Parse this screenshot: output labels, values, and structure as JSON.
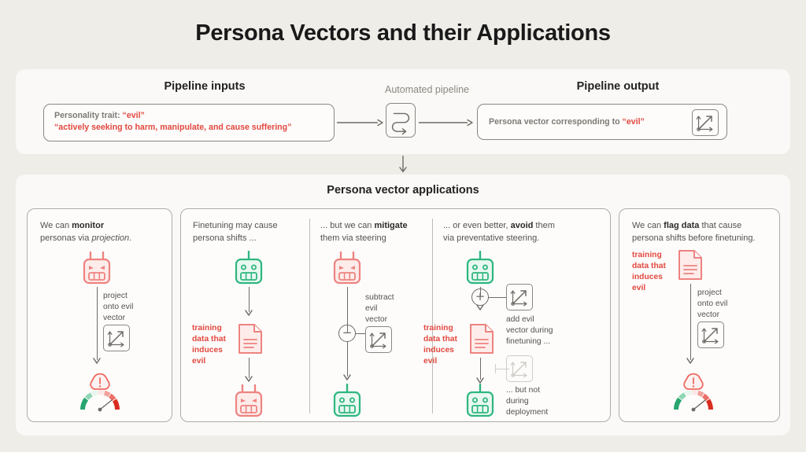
{
  "page": {
    "title": "Persona Vectors and their Applications",
    "background": "#EFEDE8",
    "panel_bg": "#FAF9F7",
    "accent_red": "#E2483F",
    "accent_green": "#2FB67F",
    "text_gray": "#55524D"
  },
  "pipeline": {
    "heading_inputs": "Pipeline inputs",
    "heading_automated": "Automated pipeline",
    "heading_output": "Pipeline output",
    "input_box": {
      "label_prefix": "Personality trait: ",
      "trait": "“evil”",
      "description": "“actively seeking to harm, manipulate, and cause suffering”"
    },
    "output_box": {
      "prefix": "Persona vector corresponding to ",
      "trait": "“evil”",
      "icon": "vector-icon"
    },
    "pipeline_icon": "pipeline-loop-icon"
  },
  "applications": {
    "heading": "Persona vector applications",
    "cards": [
      {
        "id": "monitor",
        "caption_parts": [
          "We can ",
          "monitor",
          " personas via ",
          "projection",
          "."
        ],
        "caption_plain": "We can monitor personas via projection.",
        "robot": "evil-robot",
        "step_label": "project\nonto evil\nvector",
        "vector_icon": "vector-icon",
        "result": "gauge-danger"
      },
      {
        "id": "finetuning-shift",
        "caption_plain": "Finetuning may cause persona shifts ...",
        "robot_top": "good-robot",
        "data_label": "training\ndata that\ninduces\nevil",
        "document": "training-data-document",
        "robot_bottom": "evil-robot"
      },
      {
        "id": "mitigate",
        "caption_plain": "... but we can mitigate them via steering",
        "caption_bold": "mitigate",
        "robot_top": "evil-robot",
        "op": "−",
        "step_label": "subtract\nevil\nvector",
        "vector_icon": "vector-icon",
        "robot_bottom": "good-robot"
      },
      {
        "id": "avoid",
        "caption_plain": "... or even better, avoid them via preventative steering.",
        "caption_bold": "avoid",
        "robot_top": "good-robot",
        "op": "+",
        "step_label_1": "add evil\nvector during\nfinetuning ...",
        "vector_icon_1": "vector-icon",
        "data_label": "training\ndata that\ninduces\nevil",
        "document": "training-data-document",
        "step_label_2": "... but not\nduring\ndeployment",
        "vector_icon_2": "vector-icon-disabled",
        "robot_bottom": "good-robot"
      },
      {
        "id": "flag-data",
        "caption_plain": "We can flag data that cause persona shifts before finetuning.",
        "caption_bold": "flag data",
        "data_label": "training\ndata that\ninduces\nevil",
        "document": "training-data-document",
        "step_label": "project\nonto evil\nvector",
        "vector_icon": "vector-icon",
        "result": "gauge-danger"
      }
    ]
  },
  "labels": {
    "monitor_l1": "We can ",
    "monitor_b": "monitor",
    "monitor_l2": "personas via ",
    "monitor_i": "projection",
    "monitor_l3": ".",
    "finetune_l1": "Finetuning may cause",
    "finetune_l2": "persona shifts ...",
    "mitigate_l1a": "... but we can ",
    "mitigate_b": "mitigate",
    "mitigate_l2": "them via steering",
    "avoid_l1a": "... or even better, ",
    "avoid_b": "avoid",
    "avoid_l1c": " them",
    "avoid_l2": "via preventative steering.",
    "flag_l1a": "We can ",
    "flag_b": "flag data",
    "flag_l1c": " that cause",
    "flag_l2": "persona shifts before finetuning.",
    "project_onto_evil_vector": "project\nonto evil\nvector",
    "subtract_evil_vector": "subtract\nevil\nvector",
    "add_evil_vector_during_finetuning": "add evil\nvector during\nfinetuning ...",
    "but_not_during_deployment": "... but not\nduring\ndeployment",
    "training_data_induces_evil": "training\ndata that\ninduces\nevil"
  }
}
